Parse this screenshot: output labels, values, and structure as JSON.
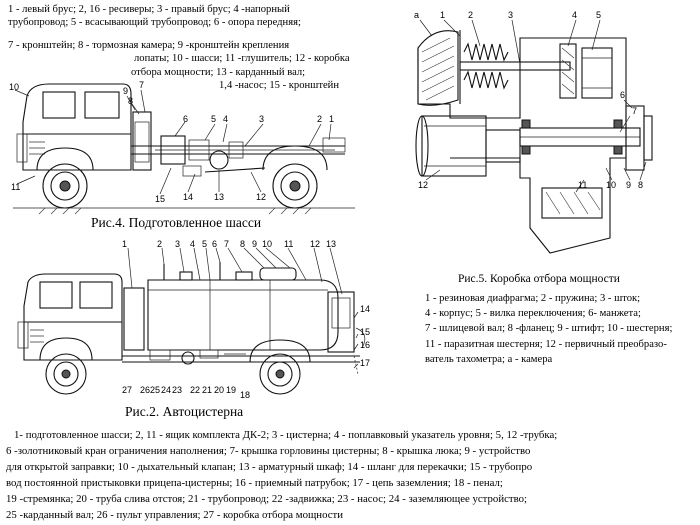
{
  "chassis_legend": [
    "1 - левый брус; 2, 16 - ресиверы; 3 - правый брус; 4 -напорный",
    "трубопровод;  5 - всасывающий трубопровод;  6 - опора передняя;",
    "7 - кронштейн; 8 - тормозная камера; 9 -кронштейн  крепления",
    "лопаты; 10 - шасси; 11 -глушитель; 12 - коробка",
    "отбора мощности; 13 -  карданный вал;",
    "1,4 -насос; 15 - кронштейн"
  ],
  "fig4_caption": "Рис.4. Подготовленное шасси",
  "fig2_caption": "Рис.2. Автоцистерна",
  "fig5_caption": "Рис.5. Коробка отбора мощности",
  "pto_legend": [
    "1 - резиновая диафрагма; 2 - пружина; 3 - шток;",
    "4 - корпус; 5 - вилка переключения; 6- манжета;",
    "7 - шлицевой вал; 8 -фланец; 9 - штифт; 10 - шестерня;",
    "11 - паразитная шестерня; 12 - первичный преобразо-",
    "ватель  тахометра;  а - камера"
  ],
  "tanker_legend": [
    "1- подготовленное шасси; 2, 11 - ящик  комплекта ДК-2;  3 - цистерна; 4 - поплавковый  указатель уровня; 5, 12 -трубка;",
    "6 -золотниковый кран ограничения наполнения;  7- крышка горловины цистерны; 8 - крышка люка; 9 - устройство",
    "для  открытой заправки; 10 - дыхательный клапан; 13 - арматурный шкаф; 14 - шланг для перекачки; 15 - трубопро",
    "вод  постоянной  пристыковки прицепа-цистерны; 16 - приемный патрубок; 17 - цепь  заземления; 18 - пенал;",
    "19 -стремянка; 20 - труба слива отстоя;  21 - трубопровод; 22 -задвижка;  23 - насос;  24 - заземляющее устройство;",
    "25 -карданный  вал;  26 - пульт  управления; 27 - коробка отбора  мощности"
  ],
  "fig4_labels": [
    "10",
    "9",
    "8",
    "7",
    "6",
    "5",
    "4",
    "3",
    "2",
    "1",
    "11",
    "15",
    "14",
    "13",
    "12"
  ],
  "fig5_labels_top": [
    "а",
    "1",
    "2",
    "3",
    "4",
    "5"
  ],
  "fig5_labels_side": [
    "6",
    "7",
    "12",
    "11",
    "10",
    "9",
    "8"
  ],
  "fig2_labels_top": [
    "1",
    "2",
    "3",
    "4",
    "5",
    "6",
    "7",
    "8",
    "9",
    "10",
    "11",
    "12",
    "13"
  ],
  "fig2_labels_side": [
    "14",
    "15",
    "16",
    "17"
  ],
  "fig2_labels_bottom": [
    "27",
    "26",
    "25",
    "24",
    "23",
    "22",
    "21",
    "20",
    "19",
    "18"
  ]
}
